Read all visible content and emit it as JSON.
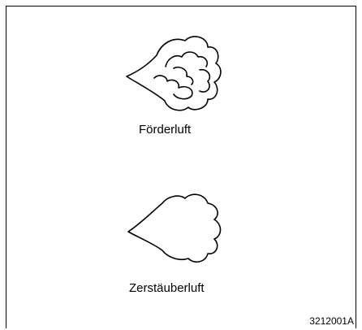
{
  "figure": {
    "labels": {
      "top": "Förderluft",
      "bottom": "Zerstäuberluft"
    },
    "reference_code": "3212001A",
    "line_color": "#000000",
    "background_color": "#ffffff"
  }
}
